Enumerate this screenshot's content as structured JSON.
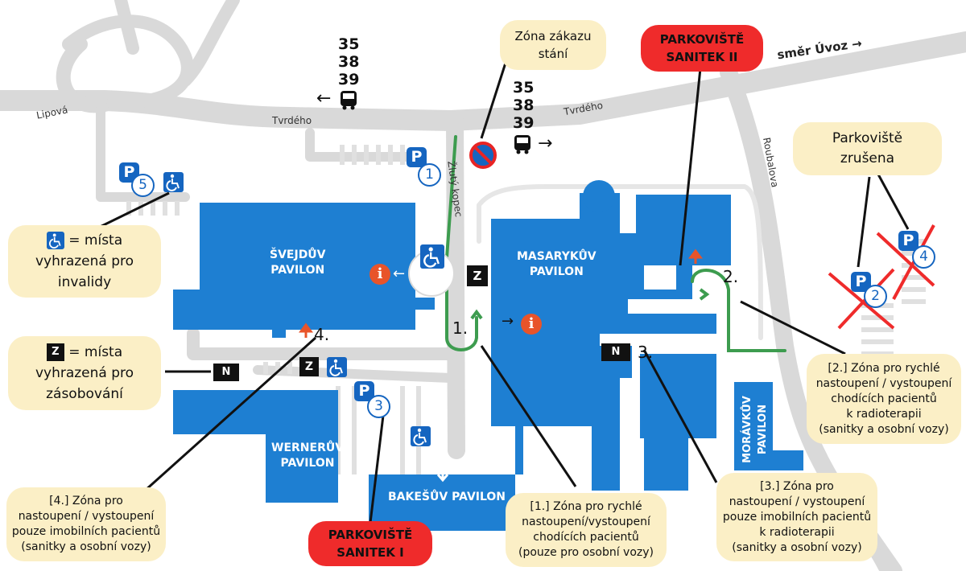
{
  "roads": {
    "lipova": "Lipová",
    "tvrdeho_west": "Tvrdého",
    "tvrdeho_east": "Tvrdého",
    "zluty_kopec": "Žlutý kopec",
    "roubalova": "Roubalova",
    "smer_uvoz": "směr Úvoz →"
  },
  "buildings": {
    "svejduv": [
      "ŠVEJDŮV",
      "PAVILON"
    ],
    "masarykuv": [
      "MASARYKŮV",
      "PAVILON"
    ],
    "wernerova": [
      "WERNERŮV",
      "PAVILON"
    ],
    "bakesuv": "BAKEŠŮV PAVILON",
    "moravkuv": [
      "MORÁVKŮV",
      "PAVILON"
    ]
  },
  "bus_stops": {
    "west": {
      "lines": [
        "35",
        "38",
        "39"
      ],
      "arrow": "←"
    },
    "east": {
      "lines": [
        "35",
        "38",
        "39"
      ],
      "arrow": "→"
    }
  },
  "parking_markers": {
    "symbol": "P",
    "p1": "1",
    "p2": "2",
    "p3": "3",
    "p4": "4",
    "p5": "5"
  },
  "info_symbol": "i",
  "supply_symbol": "Z",
  "entrance_symbol": "N",
  "zone_numbers": {
    "z1": "1.",
    "z2": "2.",
    "z3": "3.",
    "z4": "4."
  },
  "callouts": {
    "no_parking": [
      "Zóna zákazu",
      "stání"
    ],
    "parking_closed": [
      "Parkoviště",
      "zrušena"
    ],
    "ambulance_2": [
      "PARKOVIŠTĚ",
      "SANITEK II"
    ],
    "ambulance_1": [
      "PARKOVIŠTĚ",
      "SANITEK I"
    ],
    "disabled_legend": [
      "= místa",
      "vyhrazená pro",
      "invalidy"
    ],
    "supply_legend": [
      "= místa",
      "vyhrazená pro",
      "zásobování"
    ],
    "zone_1": [
      "[1.] Zóna pro rychlé",
      "nastoupení/vystoupení",
      "chodících pacientů",
      "(pouze pro osobní vozy)"
    ],
    "zone_2": [
      "[2.] Zóna pro rychlé",
      "nastoupení / vystoupení",
      "chodících pacientů",
      "k radioterapii",
      "(sanitky a osobní vozy)"
    ],
    "zone_3": [
      "[3.] Zóna pro",
      "nastoupení / vystoupení",
      "pouze imobilních pacientů",
      "k radioterapii",
      "(sanitky a osobní vozy)"
    ],
    "zone_4": [
      "[4.] Zóna pro",
      "nastoupení / vystoupení",
      "pouze imobilních pacientů",
      "(sanitky a osobní vozy)"
    ]
  },
  "colors": {
    "building": "#1e7fd2",
    "road": "#d9d9d9",
    "callout": "#fbefc6",
    "ambulance": "#ef2b2b",
    "route": "#3d9c4f",
    "arrow": "#e8542a"
  }
}
